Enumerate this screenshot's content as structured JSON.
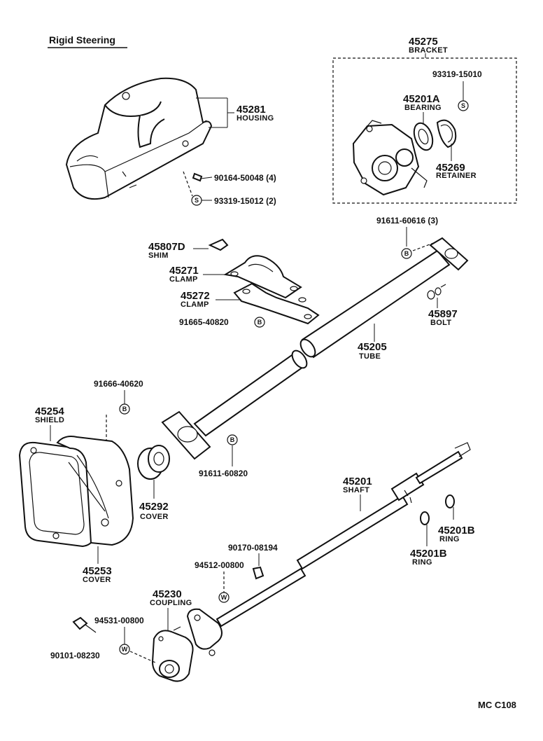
{
  "title": "Rigid Steering",
  "footer_code": "MC  C108",
  "parts": {
    "bracket": {
      "number": "45275",
      "name": "BRACKET"
    },
    "screw_s1": {
      "ref": "93319-15010"
    },
    "bearing": {
      "number": "45201A",
      "name": "BEARING"
    },
    "retainer": {
      "number": "45269",
      "name": "RETAINER"
    },
    "housing": {
      "number": "45281",
      "name": "HOUSING"
    },
    "screw_4": {
      "ref": "90164-50048 (4)"
    },
    "screw_2": {
      "ref": "93319-15012 (2)"
    },
    "bolt_b1": {
      "ref": "91611-60616 (3)"
    },
    "shim": {
      "number": "45807D",
      "name": "SHIM"
    },
    "clamp1": {
      "number": "45271",
      "name": "CLAMP"
    },
    "clamp2": {
      "number": "45272",
      "name": "CLAMP"
    },
    "bolt_b2": {
      "ref": "91665-40820"
    },
    "bolt": {
      "number": "45897",
      "name": "BOLT"
    },
    "tube": {
      "number": "45205",
      "name": "TUBE"
    },
    "bolt_b3": {
      "ref": "91666-40620"
    },
    "shield": {
      "number": "45254",
      "name": "SHIELD"
    },
    "bolt_b4": {
      "ref": "91611-60820"
    },
    "cover_boot": {
      "number": "45292",
      "name": "COVER"
    },
    "cover_plate": {
      "number": "45253",
      "name": "COVER"
    },
    "shaft": {
      "number": "45201",
      "name": "SHAFT"
    },
    "ring1": {
      "number": "45201B",
      "name": "RING"
    },
    "ring2": {
      "number": "45201B",
      "name": "RING"
    },
    "nut": {
      "ref": "90170-08194"
    },
    "washer_w1": {
      "ref": "94512-00800"
    },
    "coupling": {
      "number": "45230",
      "name": "COUPLING"
    },
    "washer_w2": {
      "ref": "94531-00800"
    },
    "bolt_cpl": {
      "ref": "90101-08230"
    }
  },
  "symbols": {
    "S": "S",
    "B": "B",
    "W": "W"
  }
}
